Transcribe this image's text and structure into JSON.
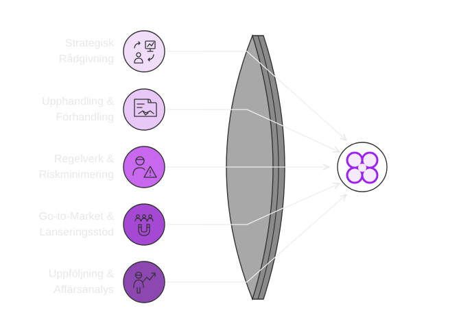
{
  "items": [
    {
      "line1": "Strategisk",
      "line2": "Rådgivning",
      "color": "#f0ddfa",
      "icon": "strategy-advisory-icon"
    },
    {
      "line1": "Upphandling &",
      "line2": "Förhandling",
      "color": "#e8c8f6",
      "icon": "contract-handshake-icon"
    },
    {
      "line1": "Regelverk &",
      "line2": "Riskminimering",
      "color": "#c868ee",
      "icon": "person-warning-icon"
    },
    {
      "line1": "Go-to-Market &",
      "line2": "Lanseringsstöd",
      "color": "#a548d4",
      "icon": "team-magnet-icon"
    },
    {
      "line1": "Uppföljning &",
      "line2": "Affärsanalys",
      "color": "#8c48b0",
      "icon": "person-growth-chart-icon"
    }
  ],
  "hub": {
    "icon": "four-petal-flower-icon",
    "stroke_color": "#9b22f0",
    "fill_color": "#f6eafd"
  },
  "lens": {
    "fill_color": "#a8a8a8",
    "edge_color": "#8a8a8a",
    "stroke_color": "#333333"
  },
  "connector_color": "#eeeeee"
}
